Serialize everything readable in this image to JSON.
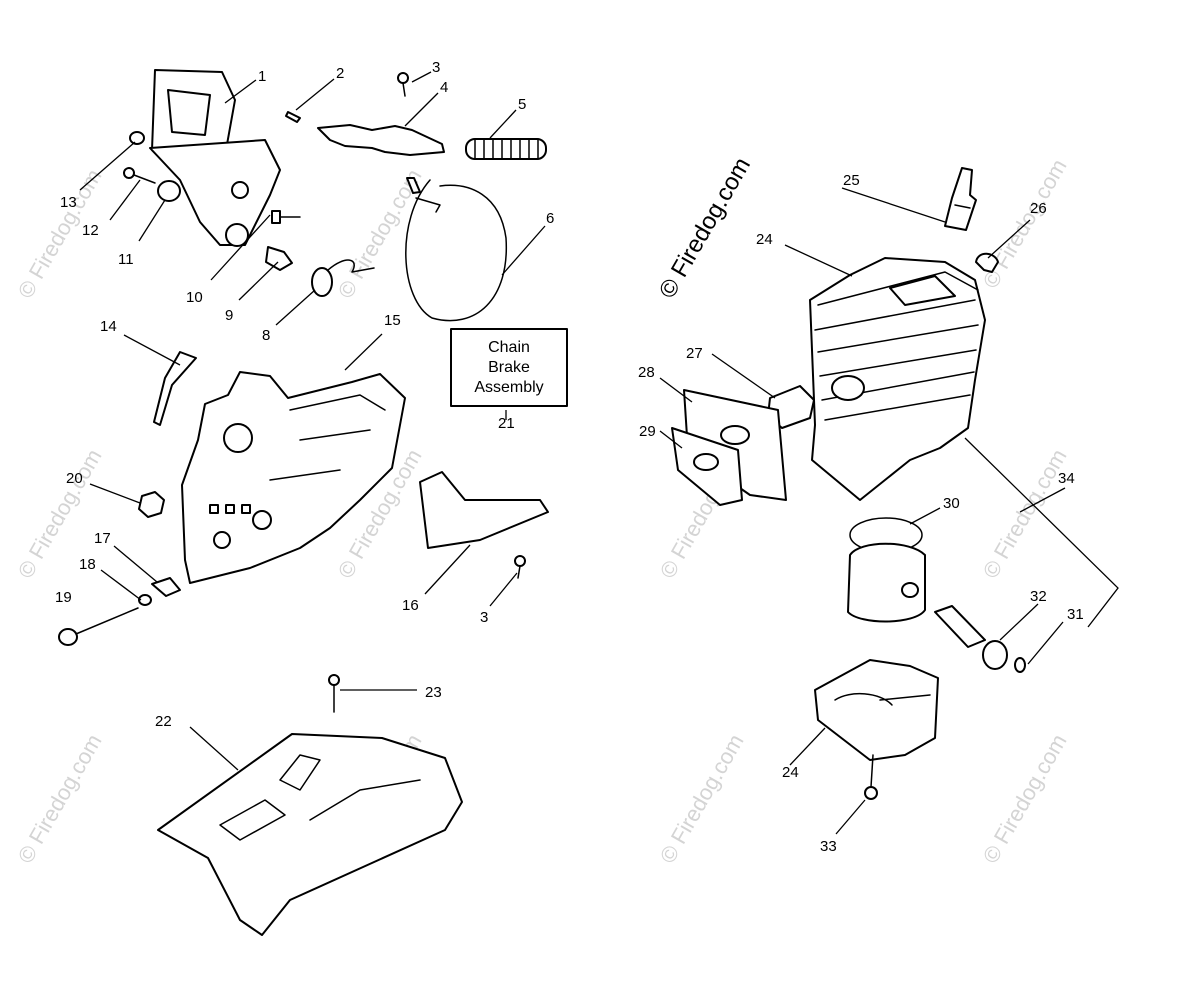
{
  "watermark": {
    "text": "© Firedog.com",
    "primary_text": "© Firedog.com",
    "color": "#d4d4d4"
  },
  "chain_brake_box": {
    "line1": "Chain",
    "line2": "Brake",
    "line3": "Assembly"
  },
  "callouts": {
    "c1": "1",
    "c2": "2",
    "c3": "3",
    "c4": "4",
    "c5": "5",
    "c6": "6",
    "c8": "8",
    "c9": "9",
    "c10": "10",
    "c11": "11",
    "c12": "12",
    "c13": "13",
    "c14": "14",
    "c15": "15",
    "c16": "16",
    "c3b": "3",
    "c17": "17",
    "c18": "18",
    "c19": "19",
    "c20": "20",
    "c21": "21",
    "c22": "22",
    "c23": "23",
    "c24": "24",
    "c25": "25",
    "c26": "26",
    "c27": "27",
    "c28": "28",
    "c29": "29",
    "c30": "30",
    "c31": "31",
    "c32": "32",
    "c33": "33",
    "c34": "34",
    "c24b": "24"
  }
}
